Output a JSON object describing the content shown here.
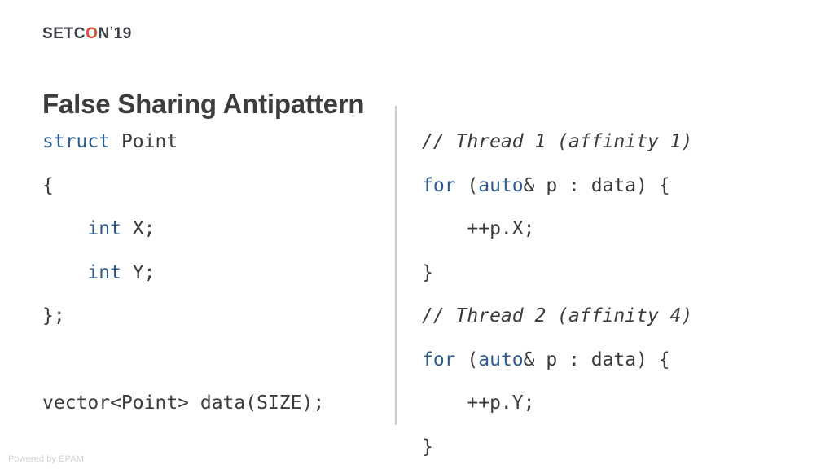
{
  "brand": {
    "logo_prefix": "SETC",
    "logo_o": "O",
    "logo_suffix": "N",
    "logo_tick": "ʼ",
    "logo_year": "19",
    "accent_color": "#e04a36",
    "logo_text_color": "#3b3f45"
  },
  "slide": {
    "title": "False Sharing Antipattern",
    "title_color": "#3d3d3d",
    "background_color": "#ffffff",
    "divider_color": "#c3ccd6"
  },
  "code": {
    "keyword_color": "#2f5c8f",
    "text_color": "#3b3b3b",
    "left": {
      "name": "struct-definition",
      "lines": [
        {
          "tokens": [
            {
              "t": "struct",
              "c": "kw"
            },
            {
              "t": " Point",
              "c": "plain"
            }
          ]
        },
        {
          "tokens": [
            {
              "t": "{",
              "c": "plain"
            }
          ]
        },
        {
          "tokens": [
            {
              "t": "    ",
              "c": "plain"
            },
            {
              "t": "int",
              "c": "kw"
            },
            {
              "t": " X;",
              "c": "plain"
            }
          ]
        },
        {
          "tokens": [
            {
              "t": "    ",
              "c": "plain"
            },
            {
              "t": "int",
              "c": "kw"
            },
            {
              "t": " Y;",
              "c": "plain"
            }
          ]
        },
        {
          "tokens": [
            {
              "t": "};",
              "c": "plain"
            }
          ]
        },
        {
          "tokens": [
            {
              "t": " ",
              "c": "plain"
            }
          ]
        },
        {
          "tokens": [
            {
              "t": "vector<Point> data(SIZE);",
              "c": "plain"
            }
          ]
        }
      ]
    },
    "right": {
      "name": "thread-loops",
      "lines": [
        {
          "tokens": [
            {
              "t": "// Thread 1 (affinity 1)",
              "c": "comment"
            }
          ]
        },
        {
          "tokens": [
            {
              "t": "for",
              "c": "kw"
            },
            {
              "t": " (",
              "c": "plain"
            },
            {
              "t": "auto",
              "c": "kw"
            },
            {
              "t": "& p : data) {",
              "c": "plain"
            }
          ]
        },
        {
          "tokens": [
            {
              "t": "    ++p.X;",
              "c": "plain"
            }
          ]
        },
        {
          "tokens": [
            {
              "t": "}",
              "c": "plain"
            }
          ]
        },
        {
          "tokens": [
            {
              "t": "// Thread 2 (affinity 4)",
              "c": "comment"
            }
          ]
        },
        {
          "tokens": [
            {
              "t": "for",
              "c": "kw"
            },
            {
              "t": " (",
              "c": "plain"
            },
            {
              "t": "auto",
              "c": "kw"
            },
            {
              "t": "& p : data) {",
              "c": "plain"
            }
          ]
        },
        {
          "tokens": [
            {
              "t": "    ++p.Y;",
              "c": "plain"
            }
          ]
        },
        {
          "tokens": [
            {
              "t": "}",
              "c": "plain"
            }
          ]
        }
      ]
    }
  },
  "footer": {
    "text": "Powered by EPAM"
  }
}
